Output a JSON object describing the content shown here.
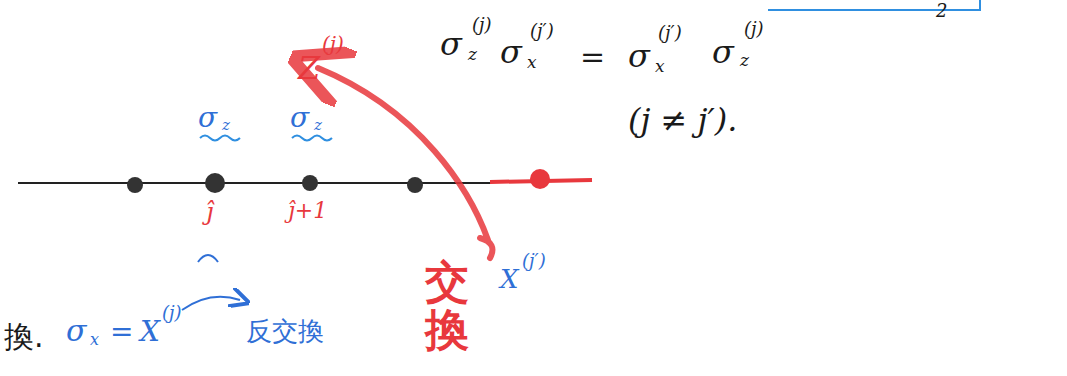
{
  "diagram": {
    "labels": [
      "Z",
      "(j)",
      "σ",
      "z",
      "(j)",
      "σ",
      "x",
      "(j′)",
      "=",
      "σ",
      "x",
      "(j′)",
      "σ",
      "z",
      "(j)",
      "(j ≠ j′).",
      "σ",
      "z",
      "σ",
      "z",
      "ĵ",
      "ĵ+1",
      "交換",
      "X",
      "(j′)",
      "換.",
      "σ",
      "x",
      "=",
      "X",
      "(j)",
      "反交換",
      "2"
    ]
  }
}
